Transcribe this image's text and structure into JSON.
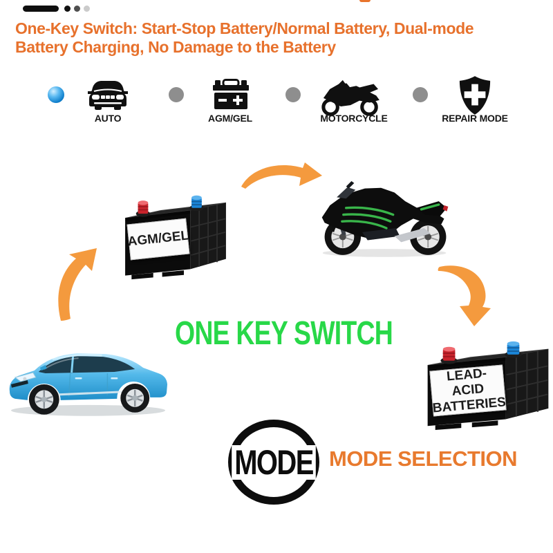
{
  "colors": {
    "headline_orange": "#e7712c",
    "caption_orange": "#e87a2e",
    "arrow_orange": "#f49a3e",
    "switch_green": "#28d848",
    "sphere_blue": "#0e7ecb",
    "separator_gray": "#8e8e8e",
    "icon_black": "#101010",
    "pagination": [
      "#0f0f0f",
      "#111111",
      "#4f4f4f",
      "#cbcbcb"
    ]
  },
  "header": {
    "title_lines": [
      "One-Key Switch: Start-Stop Battery/Normal Battery, Dual-mode",
      "Battery Charging, No Damage to the Battery"
    ]
  },
  "mode_bar": {
    "items": [
      {
        "icon": "car-front-icon",
        "label": "AUTO"
      },
      {
        "icon": "battery-icon",
        "label": "AGM/GEL"
      },
      {
        "icon": "motorcycle-icon",
        "label": "MOTORCYCLE"
      },
      {
        "icon": "shield-plus-icon",
        "label": "REPAIR MODE"
      }
    ]
  },
  "diagram": {
    "center_text": "ONE KEY SWITCH",
    "agm_battery_label": "AGM/GEL",
    "lead_acid_label_lines": [
      "LEAD-ACID",
      "BATTERIES"
    ]
  },
  "footer": {
    "mode_button_label": "MODE",
    "caption": "MODE SELECTION"
  }
}
